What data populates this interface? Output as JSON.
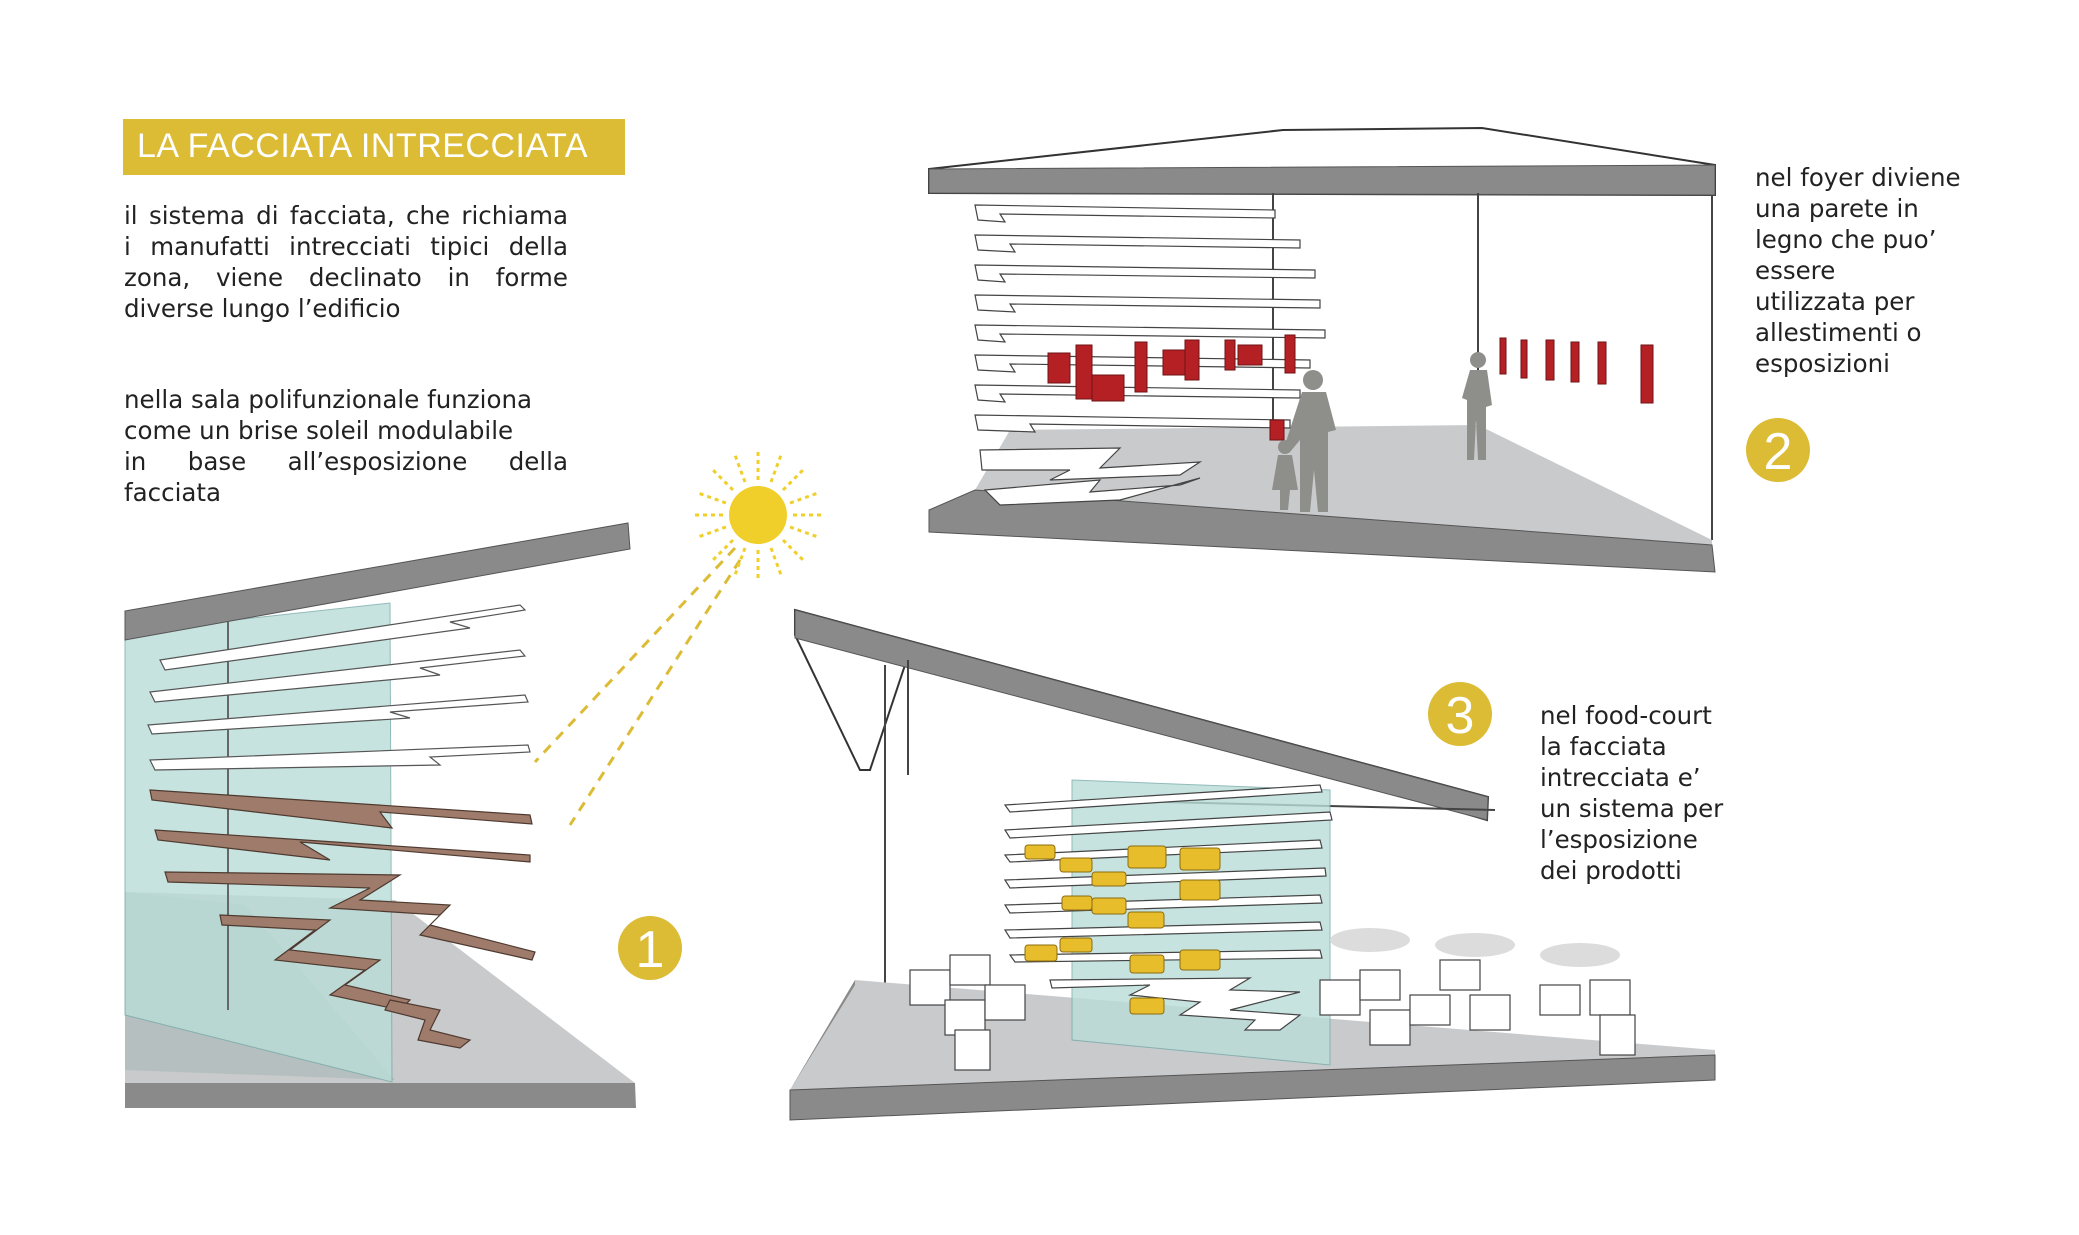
{
  "title": "LA FACCIATA INTRECCIATA",
  "intro_lines": [
    "il sistema di facciata, che richiama",
    "i manufatti intrecciati tipici della",
    "zona, viene declinato in forme",
    "diverse lungo l’edificio"
  ],
  "sala_lines": [
    "nella sala polifunzionale funziona",
    "come un brise soleil modulabile",
    "in base all’esposizione della",
    "facciata"
  ],
  "foyer_lines": [
    "nel foyer diviene",
    "una parete in",
    "legno che puo’",
    "essere",
    "utilizzata per",
    "allestimenti o",
    "esposizioni"
  ],
  "food_lines": [
    "nel food-court",
    "la facciata",
    "intrecciata e’",
    "un sistema per",
    "l’esposizione",
    "dei prodotti"
  ],
  "badges": [
    "1",
    "2",
    "3"
  ],
  "colors": {
    "accent_yellow": "#dcbb35",
    "slab_grey": "#8a8a8a",
    "floor_grey": "#c8c9cb",
    "glass_teal": "#b9ddd8",
    "wood_brown": "#9e7b6a",
    "panel_red": "#b52025",
    "box_yellow": "#e7bd2b",
    "person_grey": "#8e8e8a"
  }
}
